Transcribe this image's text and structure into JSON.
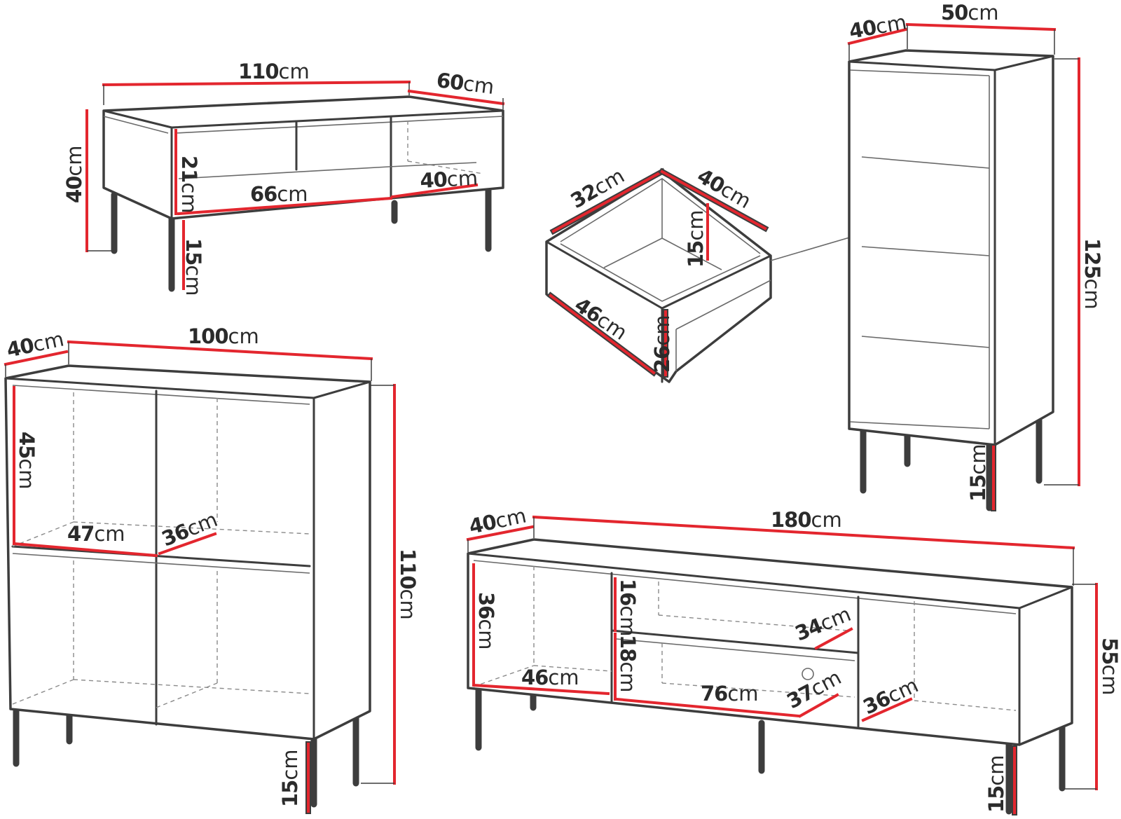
{
  "colors": {
    "dimension": "#e3262e",
    "outline": "#3d3d3d",
    "background": "#ffffff"
  },
  "unit": "cm",
  "coffee_table": {
    "width": "110",
    "depth": "60",
    "height": "40",
    "shelf_height": "21",
    "shelf_width": "66",
    "shelf_depth": "40",
    "leg_height": "15"
  },
  "drawer": {
    "front_width": "32",
    "side_depth": "40",
    "inner_height": "15",
    "length": "46",
    "front_height": "26"
  },
  "tall_cabinet": {
    "depth": "40",
    "width": "50",
    "height": "125",
    "leg_height": "15"
  },
  "sideboard": {
    "depth": "40",
    "width": "100",
    "height": "110",
    "compartment_height": "45",
    "compartment_width": "47",
    "compartment_depth": "36",
    "leg_height": "15"
  },
  "tv_stand": {
    "depth": "40",
    "width": "180",
    "height": "55",
    "left_height": "36",
    "left_width": "46",
    "niche_height": "16",
    "drawer_height": "18",
    "drawer_width": "76",
    "drawer_depth": "37",
    "niche_depth": "34",
    "right_depth": "36",
    "leg_height": "15"
  }
}
